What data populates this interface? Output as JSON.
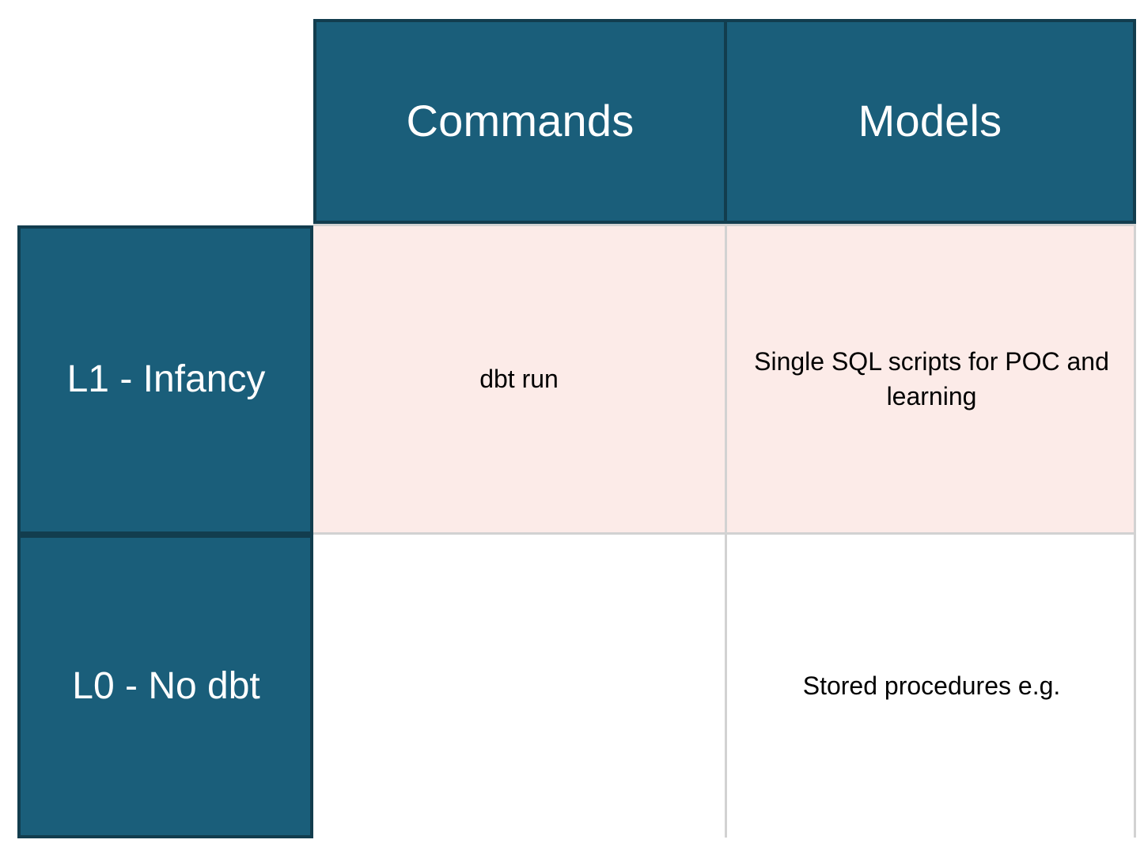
{
  "matrix": {
    "column_headers": [
      {
        "key": "commands",
        "label": "Commands"
      },
      {
        "key": "models",
        "label": "Models"
      }
    ],
    "rows": [
      {
        "key": "l1",
        "level_label": "L1 - Infancy",
        "commands": "dbt run",
        "models": "Single SQL scripts for POC and learning"
      },
      {
        "key": "l0",
        "level_label": "L0 - No dbt",
        "commands": "",
        "models": "Stored procedures e.g."
      }
    ]
  },
  "colors": {
    "header_teal": "#1a5e7a",
    "header_border": "#123d4e",
    "row_highlight_pink": "#fcebe8",
    "row_plain_white": "#ffffff",
    "grid_line": "#d2d2d2",
    "header_text": "#ffffff",
    "body_text": "#000000"
  }
}
